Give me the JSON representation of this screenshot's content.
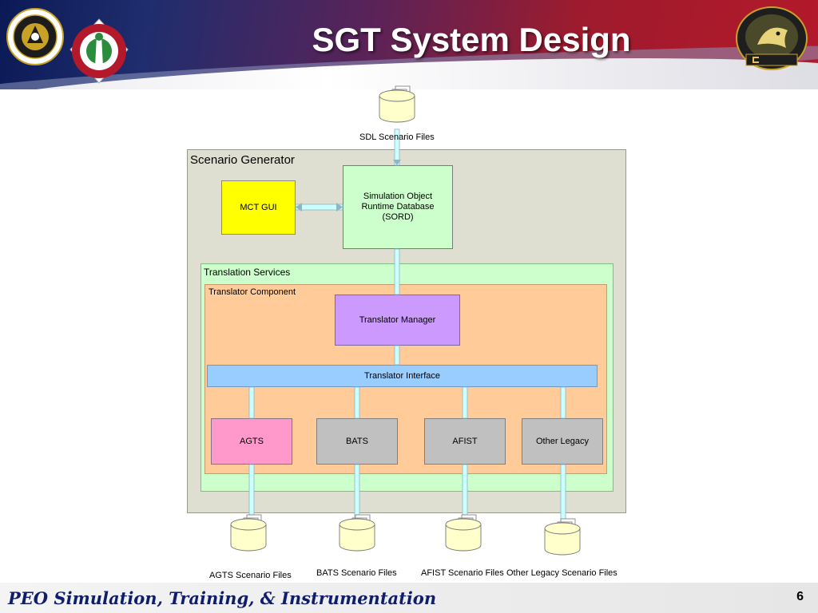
{
  "header": {
    "title": "SGT System Design"
  },
  "footer": {
    "organization": "PEO Simulation, Training, & Instrumentation",
    "page_number": "6"
  },
  "diagram": {
    "scenario_generator_label": "Scenario Generator",
    "translation_services_label": "Translation Services",
    "translator_component_label": "Translator Component",
    "mct_gui": "MCT GUI",
    "sord": "Simulation Object Runtime Database (SORD)",
    "translator_manager": "Translator Manager",
    "translator_interface": "Translator Interface",
    "modules": [
      "AGTS",
      "BATS",
      "AFIST",
      "Other Legacy"
    ],
    "files": {
      "sdl": "SDL Scenario Files",
      "agts": "AGTS Scenario Files",
      "bats": "BATS Scenario Files",
      "afist": "AFIST Scenario Files",
      "legacy": "Other Legacy Scenario Files"
    }
  }
}
